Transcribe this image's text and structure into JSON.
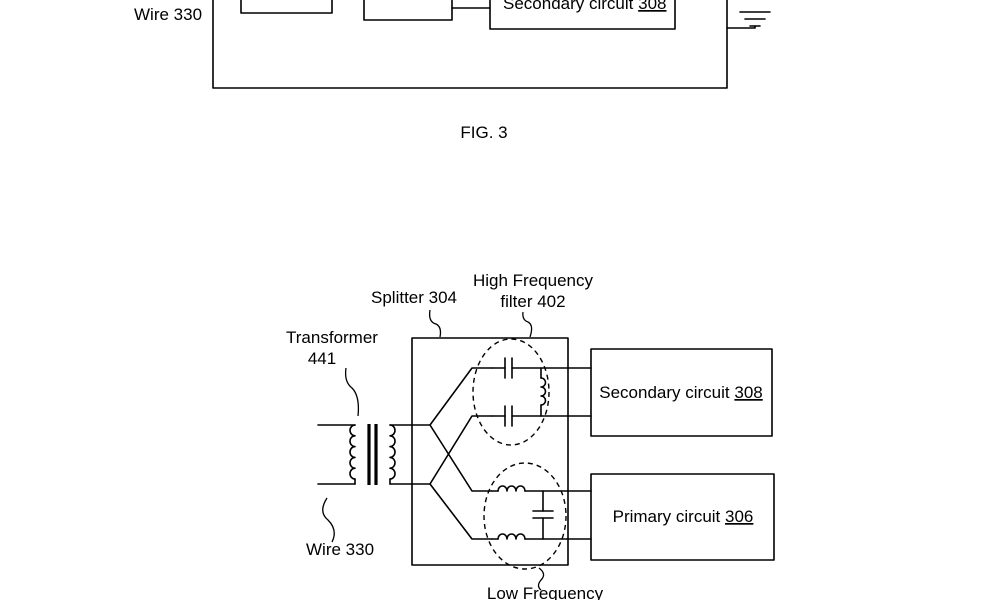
{
  "fig3": {
    "wire_label": "Wire 330",
    "secondary_label": "Secondary circuit ",
    "secondary_ref": "308",
    "caption": "FIG. 3"
  },
  "fig4": {
    "splitter_label": "Splitter 304",
    "transformer_label_line1": "Transformer",
    "transformer_label_line2": "441",
    "hf_filter_line1": "High Frequency",
    "hf_filter_line2": "filter 402",
    "secondary_label": "Secondary circuit ",
    "secondary_ref": "308",
    "primary_label": "Primary circuit ",
    "primary_ref": "306",
    "wire_label": "Wire 330",
    "lf_filter_line1": "Low Frequency"
  }
}
